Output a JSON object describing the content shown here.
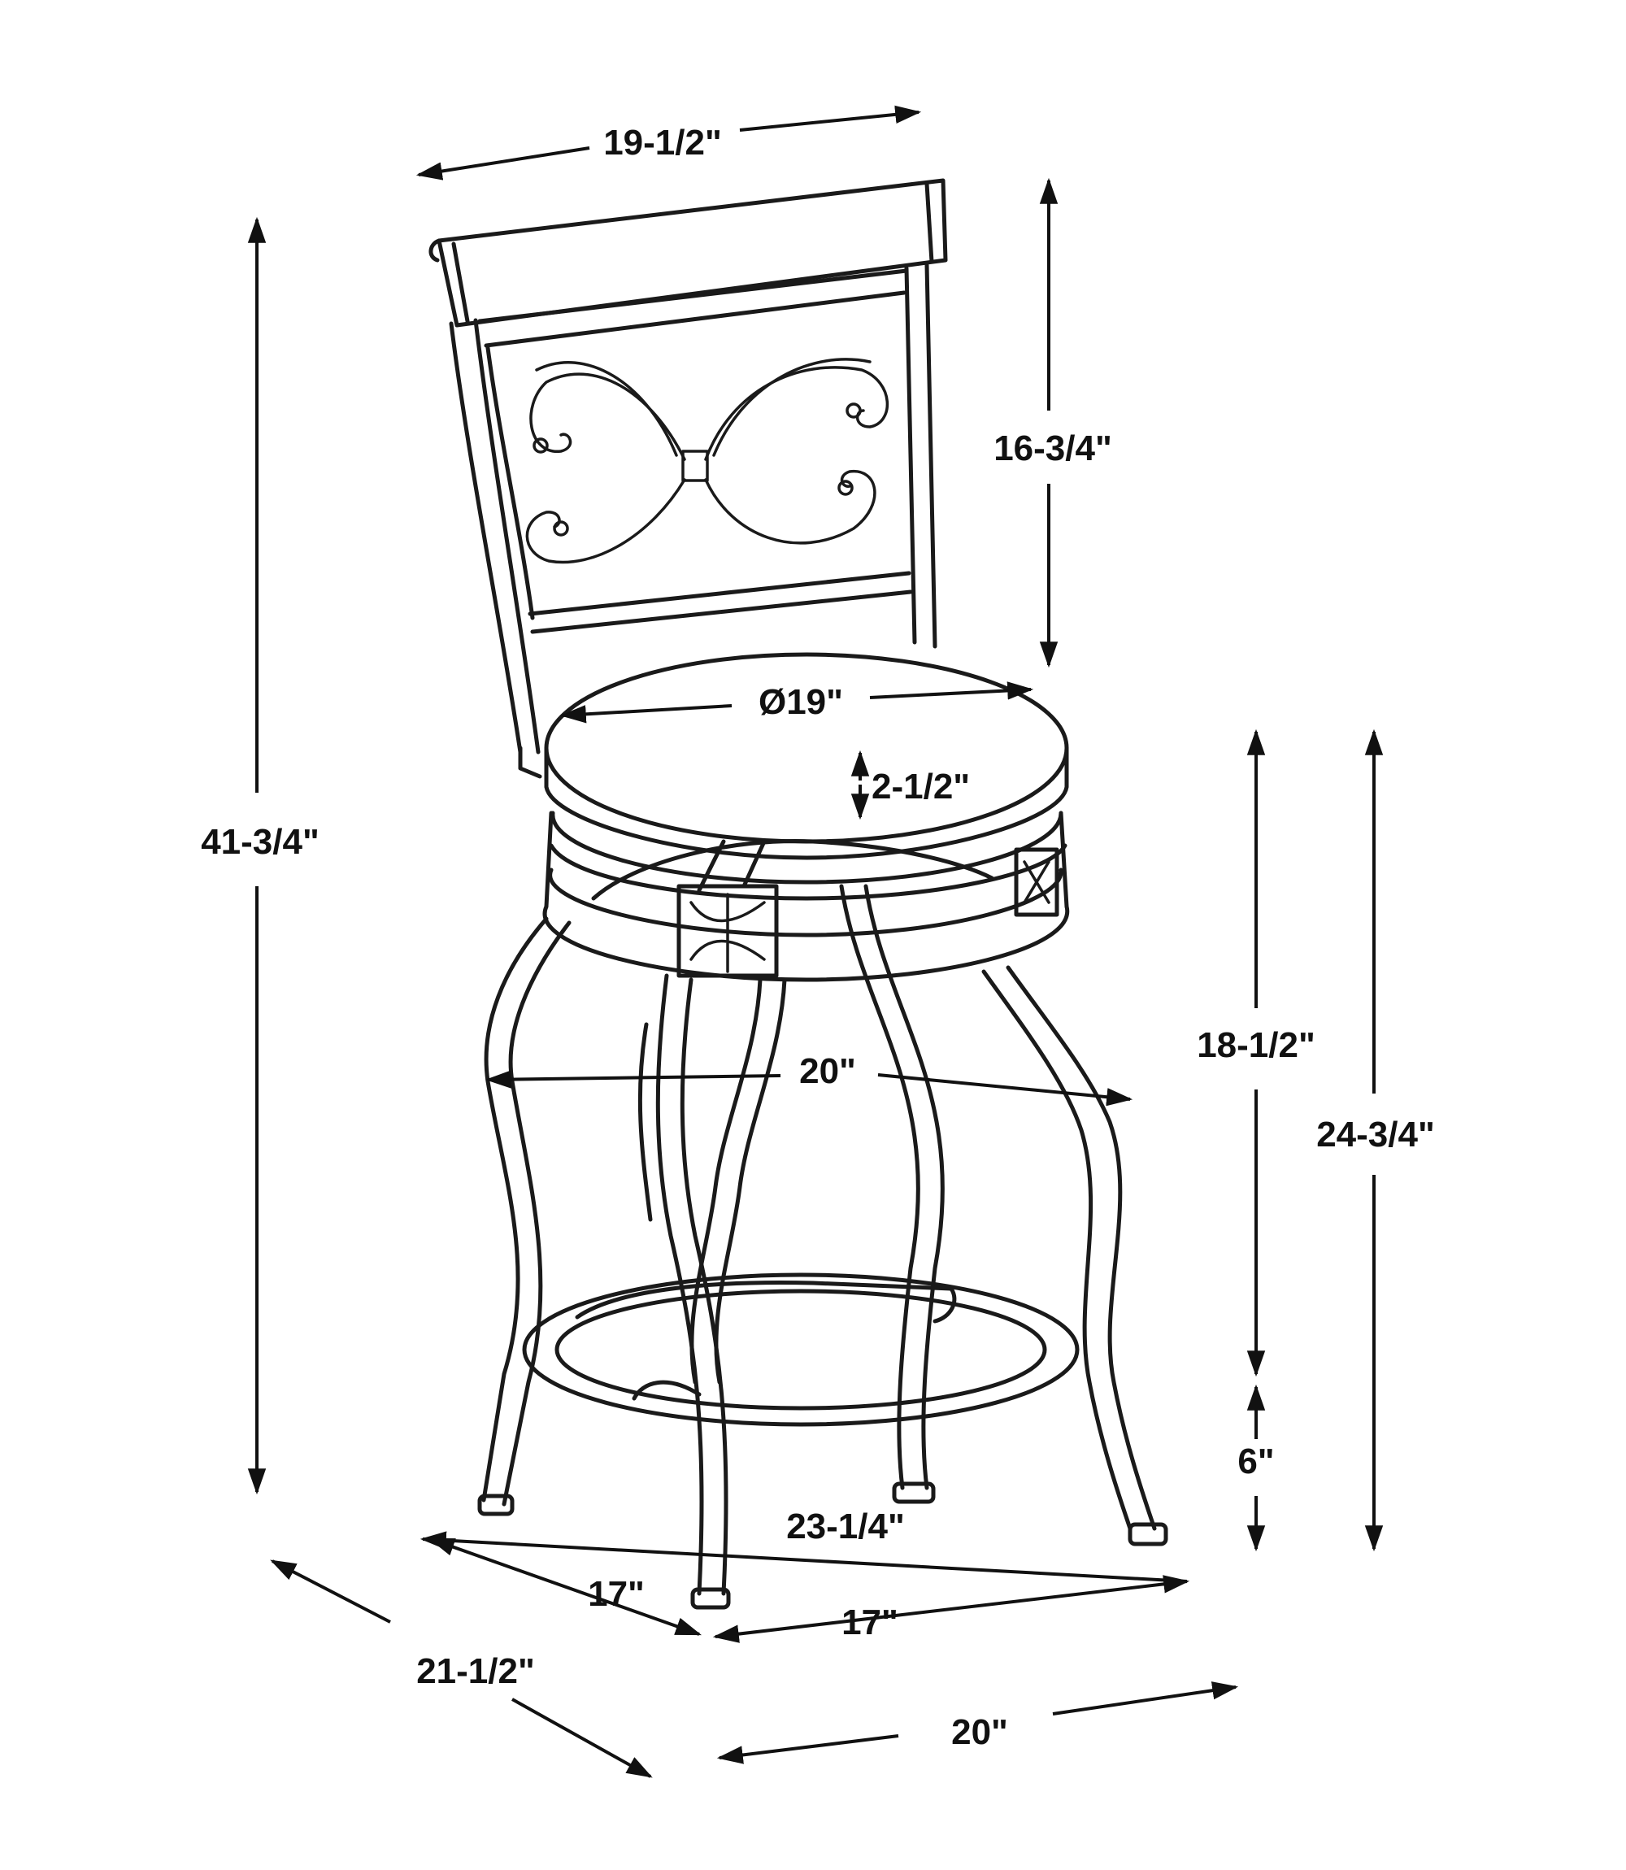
{
  "dimensions": {
    "back_width": "19-1/2\"",
    "back_height": "16-3/4\"",
    "overall_height": "41-3/4\"",
    "seat_diameter": "Ø19\"",
    "seat_thickness": "2-1/2\"",
    "leg_width": "20\"",
    "seat_to_footrest": "18-1/2\"",
    "footrest_height": "6\"",
    "seat_height": "24-3/4\"",
    "base_diagonal": "23-1/4\"",
    "base_side_left": "17\"",
    "base_side_right": "17\"",
    "overall_depth": "21-1/2\"",
    "overall_width": "20\""
  },
  "colors": {
    "stroke": "#1a1a1a",
    "background": "#ffffff"
  }
}
